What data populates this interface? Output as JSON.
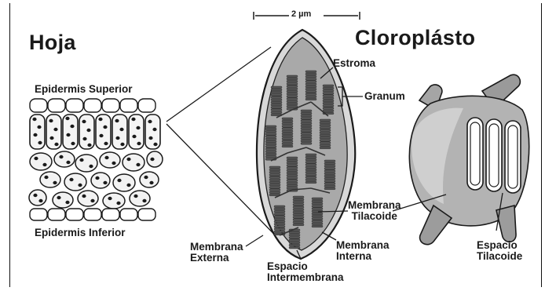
{
  "titles": {
    "leaf": "Hoja",
    "chloroplast": "Cloroplásto"
  },
  "scale_bar": "2 µm",
  "leaf_labels": {
    "upper": "Epidermis Superior",
    "lower": "Epidermis Inferior"
  },
  "chloroplast_labels": {
    "stroma": "Estroma",
    "granum": "Granum",
    "thylakoid_membrane": [
      "Membrana",
      "Tilacoide"
    ],
    "outer_membrane": [
      "Membrana",
      "Externa"
    ],
    "inner_membrane": [
      "Membrana",
      "Interna"
    ],
    "intermembrane_space": [
      "Espacio",
      "Intermembrana"
    ],
    "thylakoid_space": [
      "Espacio",
      "Tilacoide"
    ]
  }
}
